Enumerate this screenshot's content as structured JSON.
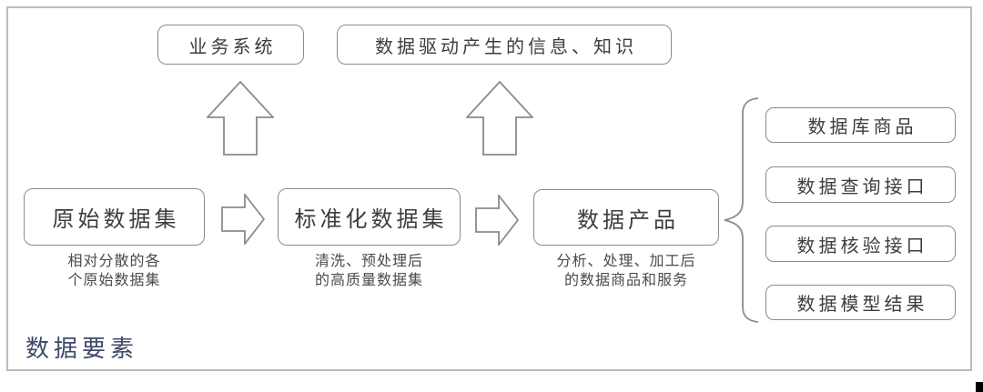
{
  "diagram": {
    "title": "数据要素",
    "top_boxes": [
      {
        "label": "业务系统"
      },
      {
        "label": "数据驱动产生的信息、知识"
      }
    ],
    "flow": [
      {
        "label": "原始数据集",
        "caption": "相对分散的各\n个原始数据集"
      },
      {
        "label": "标准化数据集",
        "caption": "清洗、预处理后\n的高质量数据集"
      },
      {
        "label": "数据产品",
        "caption": "分析、处理、加工后\n的数据商品和服务"
      }
    ],
    "outputs": [
      "数据库商品",
      "数据查询接口",
      "数据核验接口",
      "数据模型结果"
    ],
    "colors": {
      "frame_border": "#b7bcc6",
      "box_border": "#8b8b8b",
      "box_text": "#3d3d3d",
      "caption_text": "#4a4a4a",
      "footer_text": "#3e4a68",
      "background": "#ffffff"
    }
  }
}
